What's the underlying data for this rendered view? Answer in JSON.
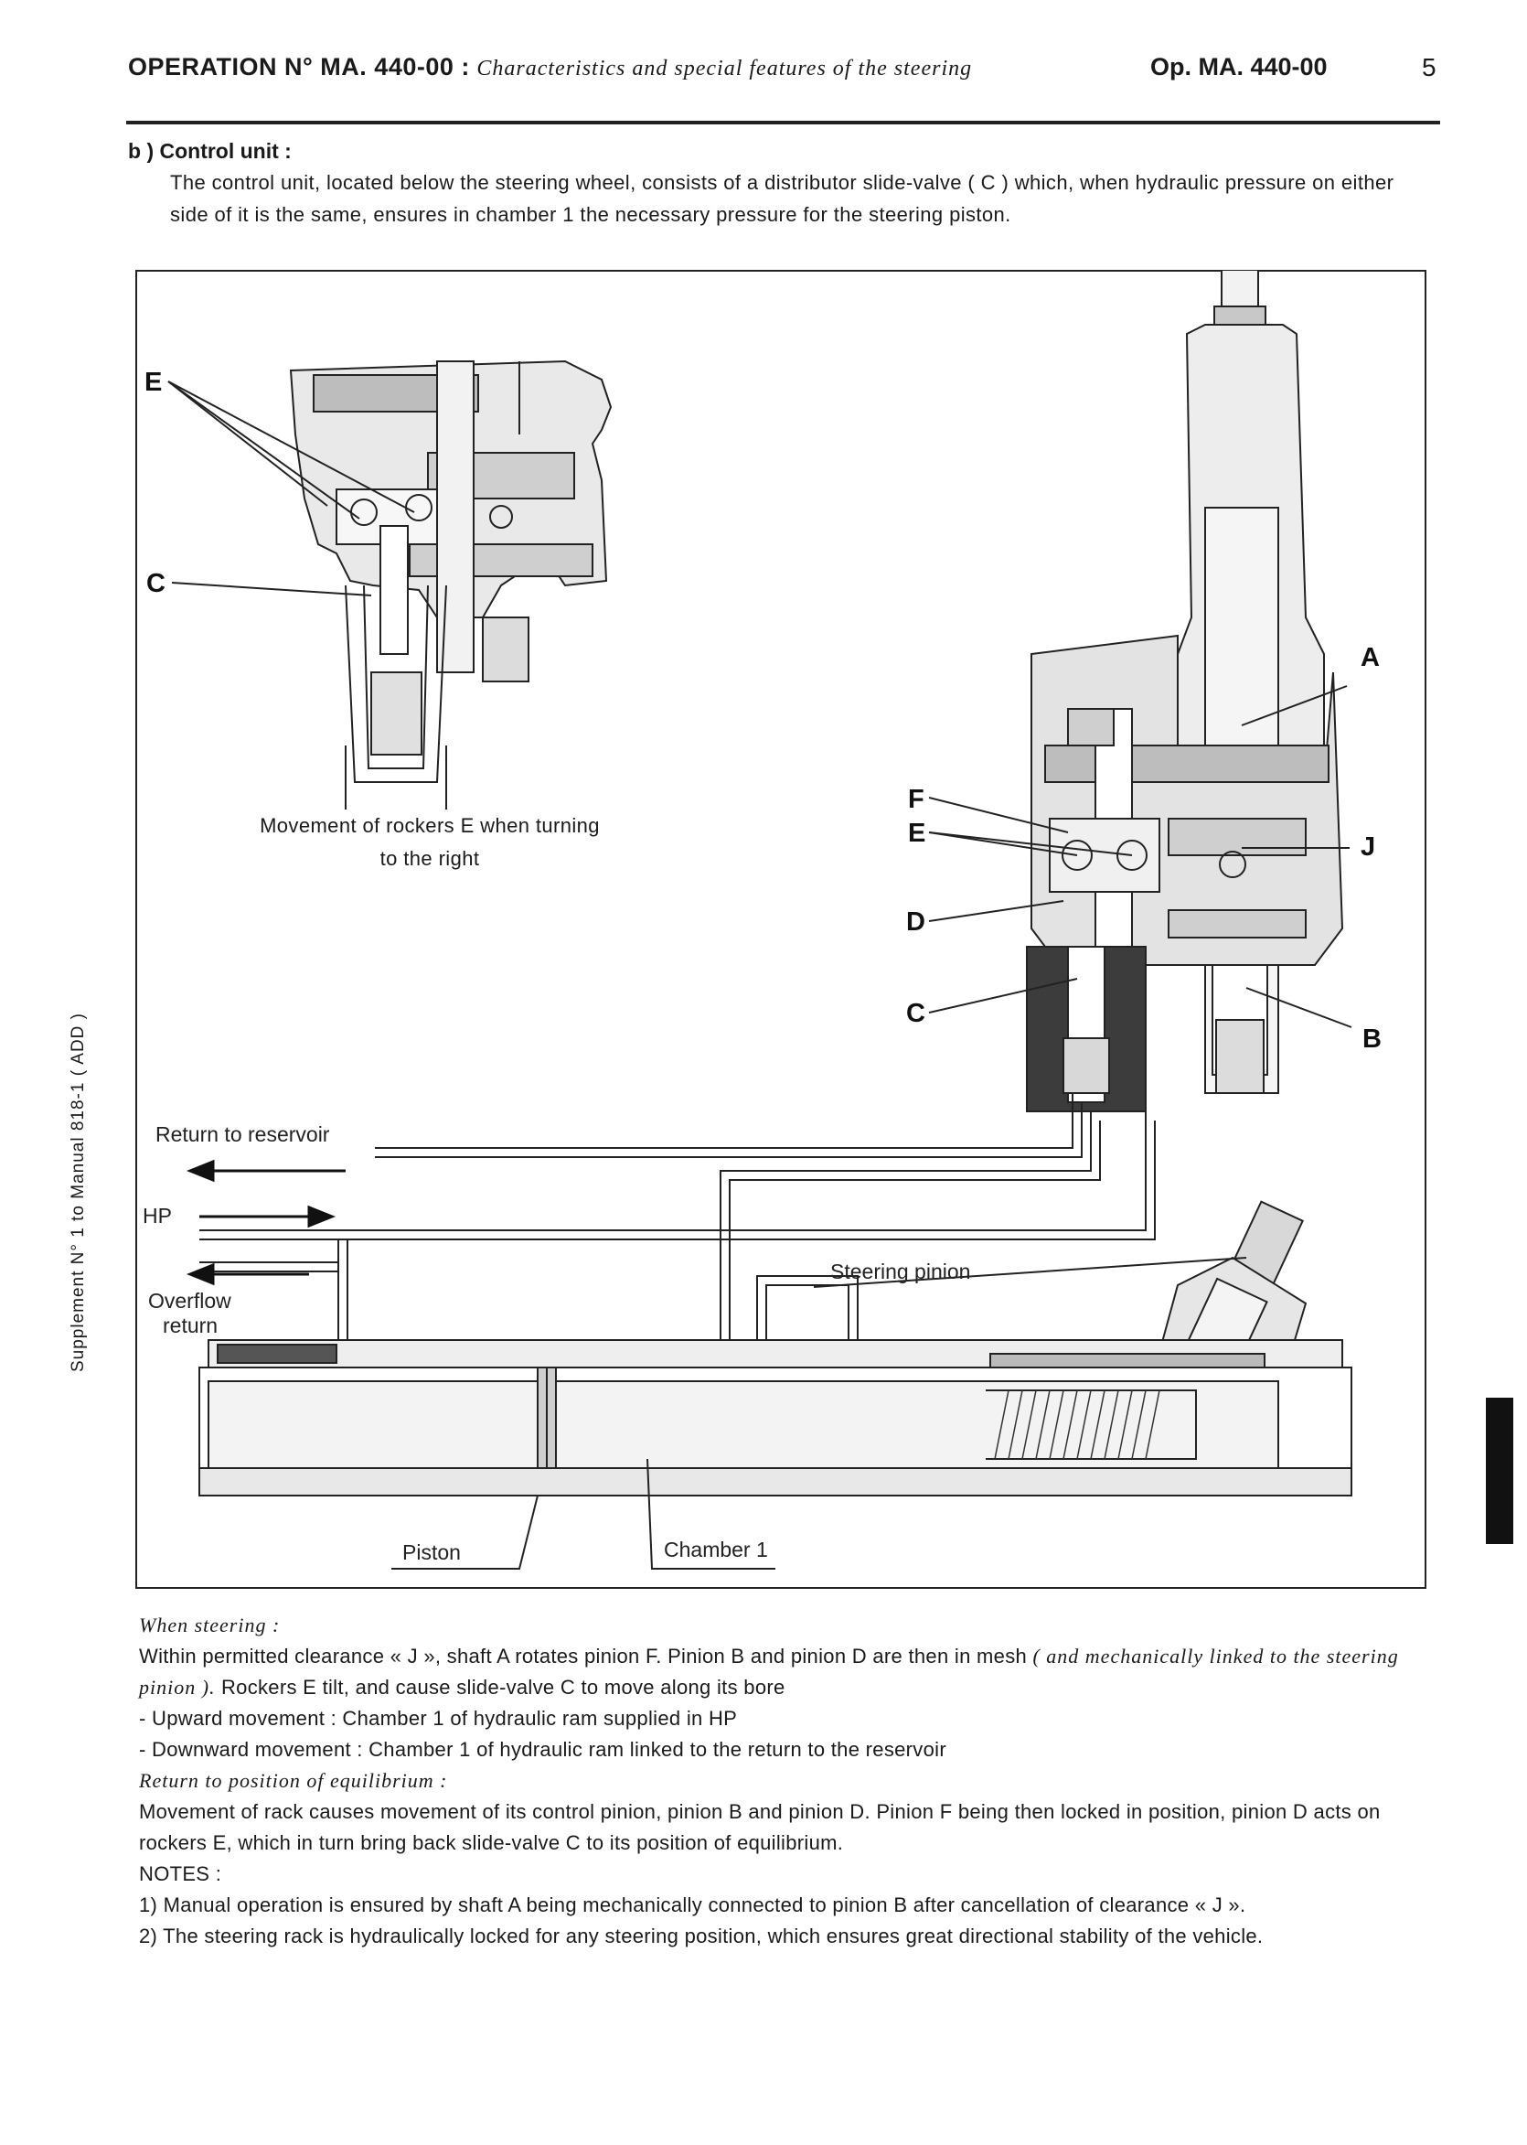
{
  "header": {
    "operation": "OPERATION N° MA. 440-00 :",
    "subtitle": "Characteristics and special features of the steering",
    "op_ref": "Op. MA. 440-00",
    "page_number": "5"
  },
  "section": {
    "heading": "b ) Control unit :",
    "intro": "The control unit, located below the steering wheel, consists of a distributor slide-valve ( C ) which, when hydraulic pressure on either side of it is the same, ensures in chamber 1 the necessary pressure for the steering piston."
  },
  "sidebar_text": "Supplement N° 1 to Manual 818-1 ( ADD )",
  "figure": {
    "inset_caption_line1": "Movement of rockers E when turning",
    "inset_caption_line2": "to the right",
    "letters": {
      "e_inset": "E",
      "c_inset": "C",
      "a": "A",
      "f": "F",
      "e_main": "E",
      "j": "J",
      "d": "D",
      "c_main": "C",
      "b": "B"
    },
    "return_to_reservoir": "Return to reservoir",
    "hp": "HP",
    "overflow": "Overflow",
    "return": "return",
    "steering_pinion": "Steering pinion",
    "piston": "Piston",
    "chamber": "Chamber 1"
  },
  "body": {
    "when_steering_heading": "When steering :",
    "when_steering_text_1": "Within permitted clearance « J », shaft A rotates pinion F. Pinion B and pinion D are then in mesh",
    "when_steering_italic": "( and mechanically linked to the steering pinion ).",
    "when_steering_text_2": "Rockers E tilt, and cause slide-valve C to move along its bore",
    "upward": "- Upward movement : Chamber 1 of hydraulic ram supplied in HP",
    "downward": "- Downward movement : Chamber 1 of hydraulic ram linked to the return to the reservoir",
    "equilibrium_heading": "Return to position of equilibrium :",
    "equilibrium_text": "Movement of rack causes movement of its control pinion, pinion B and pinion D. Pinion F being then locked in position, pinion D acts on rockers E, which in turn bring back slide-valve C to its position of equilibrium.",
    "notes_heading": "NOTES :",
    "note1": "1) Manual operation is ensured by shaft A being mechanically connected to pinion B after cancellation of clearance « J ».",
    "note2": "2) The steering rack is hydraulically locked for any steering position, which ensures great directional stability of the vehicle."
  }
}
